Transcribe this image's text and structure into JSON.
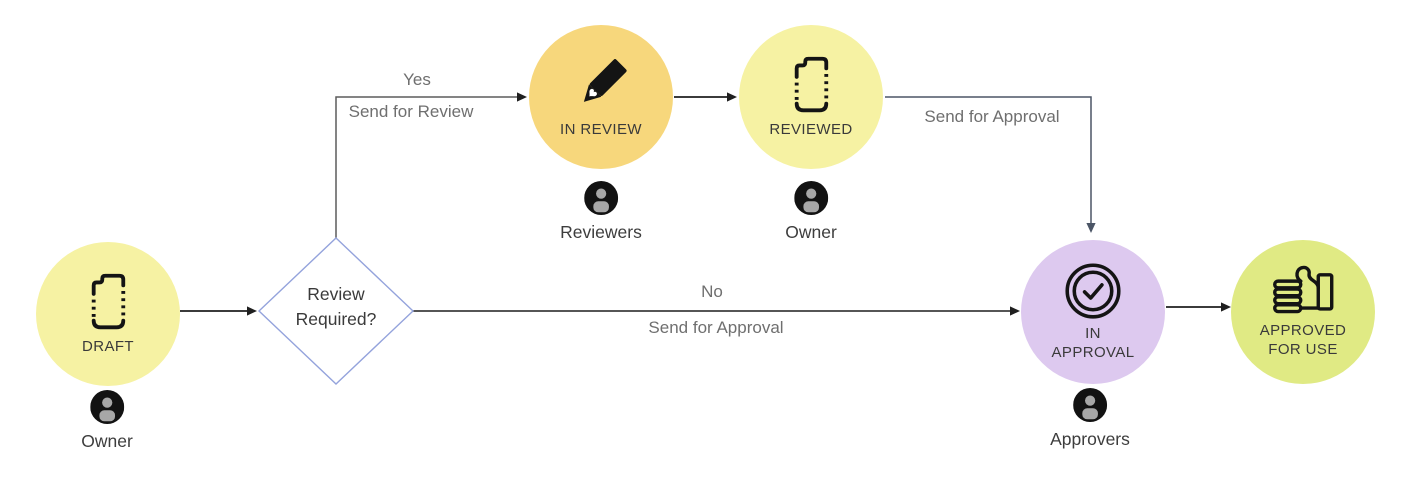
{
  "palette": {
    "draft_fill": "#f6f2a3",
    "in_review_fill": "#f7d77c",
    "reviewed_fill": "#f6f2a3",
    "in_approval_fill": "#ddc9ef",
    "approved_fill": "#e0ea84",
    "diamond_border": "#94a3dc",
    "connector_dark": "#1f1f1f",
    "connector_gray": "#5c5c5c",
    "connector_slate": "#4b5566",
    "avatar_bg": "#121212",
    "avatar_person": "#a7a7a7"
  },
  "nodes": {
    "draft": {
      "label": "DRAFT"
    },
    "decision": {
      "line1": "Review",
      "line2": "Required?"
    },
    "in_review": {
      "label": "IN REVIEW"
    },
    "reviewed": {
      "label": "REVIEWED"
    },
    "in_approval": {
      "line1": "IN",
      "line2": "APPROVAL"
    },
    "approved": {
      "line1": "APPROVED",
      "line2": "FOR USE"
    }
  },
  "actors": {
    "draft_owner": "Owner",
    "in_review_actor": "Reviewers",
    "reviewed_actor": "Owner",
    "in_approval_actor": "Approvers"
  },
  "edges": {
    "yes": "Yes",
    "send_for_review": "Send for Review",
    "no": "No",
    "send_for_approval_direct": "Send for Approval",
    "send_for_approval_after_review": "Send for Approval"
  },
  "icons": {
    "draft": "document-dashed-icon",
    "in_review": "pencil-icon",
    "reviewed": "document-dashed-icon",
    "in_approval": "approval-seal-icon",
    "approved": "thumbs-up-icon",
    "actor": "person-avatar-icon"
  }
}
